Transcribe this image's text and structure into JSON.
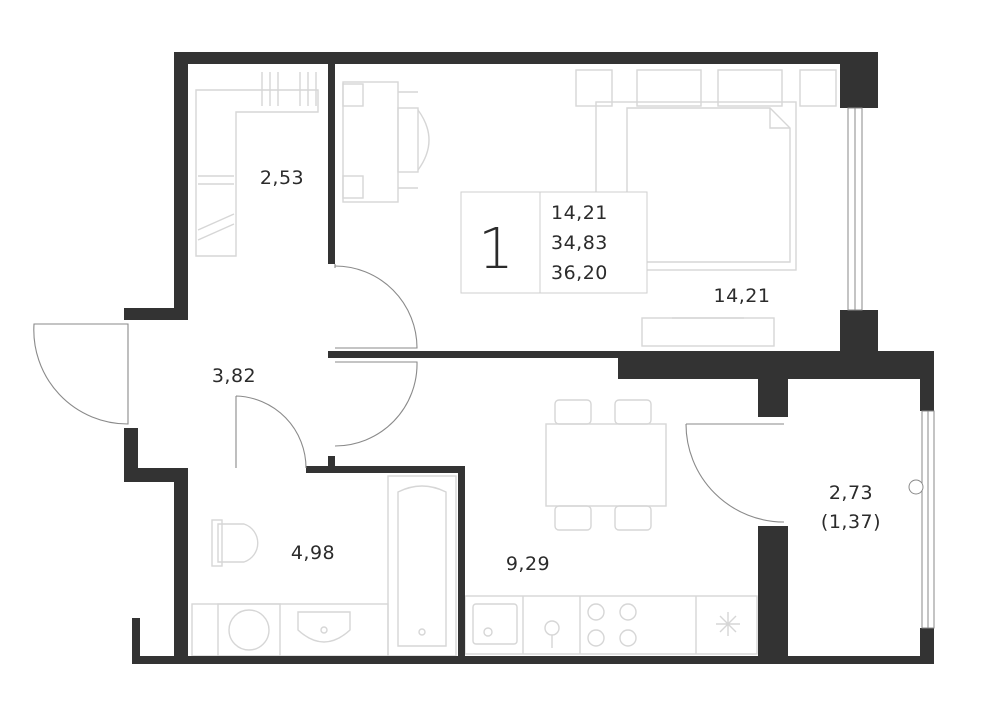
{
  "summary": {
    "rooms_count": "1",
    "living_area": "14,21",
    "total_area": "34,83",
    "total_with_balcony": "36,20"
  },
  "rooms": {
    "wardrobe": "2,53",
    "bedroom": "14,21",
    "hallway": "3,82",
    "bathroom": "4,98",
    "kitchen": "9,29",
    "balcony": "2,73",
    "balcony_reduced": "(1,37)"
  }
}
